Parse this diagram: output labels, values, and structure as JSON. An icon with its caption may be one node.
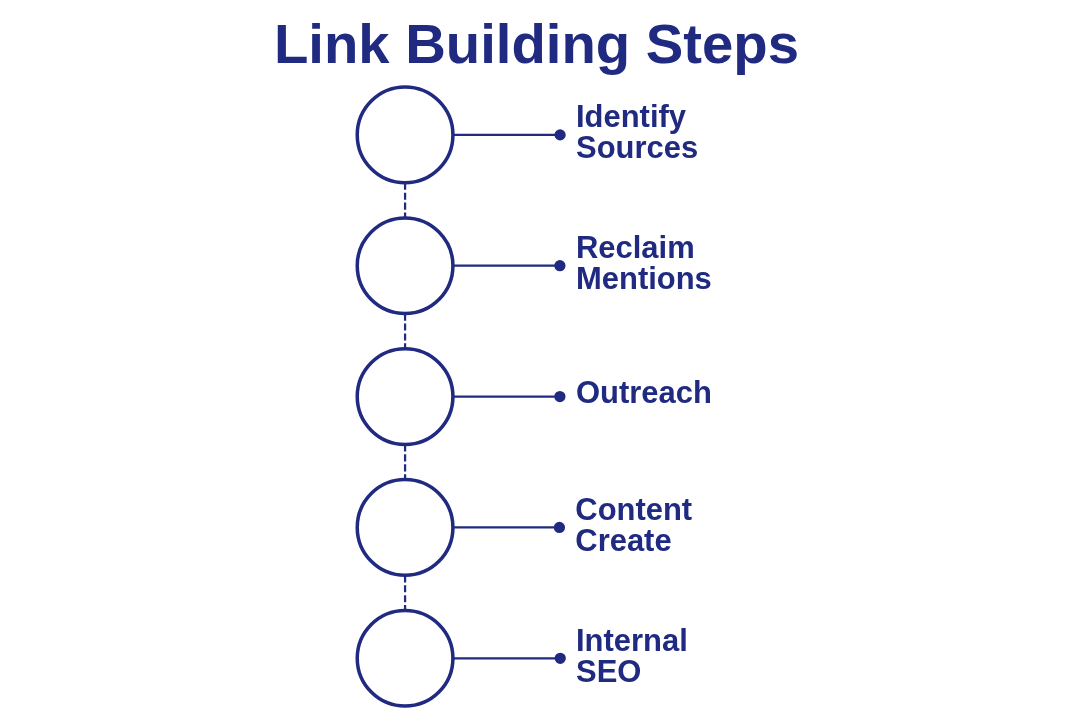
{
  "diagram": {
    "title": "Link Building Steps",
    "nodes": [
      {
        "text": [],
        "shape": "circle"
      },
      {
        "text": [
          "Identify Sources"
        ]
      },
      {
        "text": [],
        "shape": "circle"
      },
      {
        "text": [
          "Reclaim Mentions"
        ]
      },
      {
        "text": [],
        "shape": "circle"
      },
      {
        "text": [
          "Outreach"
        ]
      },
      {
        "text": [],
        "shape": "circle"
      },
      {
        "text": [
          "Content Create"
        ]
      },
      {
        "text": [],
        "shape": "circle"
      },
      {
        "text": [
          "Internal SEO"
        ]
      }
    ],
    "edges": [
      {
        "from": 0,
        "to": 1,
        "arrow": "other"
      },
      {
        "from": 2,
        "to": 3,
        "arrow": "other"
      },
      {
        "from": 4,
        "to": 5,
        "arrow": "other"
      },
      {
        "from": 6,
        "to": 7,
        "arrow": "other"
      },
      {
        "from": 8,
        "to": 9,
        "arrow": "other"
      },
      {
        "from": 0,
        "to": 2,
        "arrow": "none",
        "style": "dashed"
      },
      {
        "from": 2,
        "to": 4,
        "arrow": "none",
        "style": "dashed"
      },
      {
        "from": 4,
        "to": 6,
        "arrow": "none",
        "style": "dashed"
      },
      {
        "from": 6,
        "to": 8,
        "arrow": "none",
        "style": "dashed"
      }
    ]
  }
}
